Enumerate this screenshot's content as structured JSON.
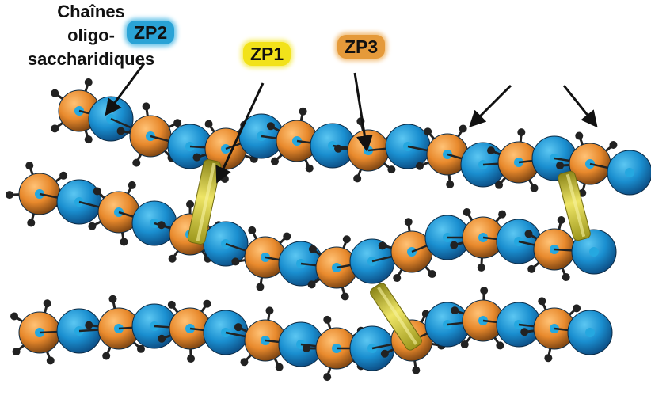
{
  "labels": {
    "zp2": "ZP2",
    "zp1": "ZP1",
    "zp3": "ZP3",
    "chains": [
      "Chaînes",
      "oligo-",
      "saccharidiques"
    ]
  },
  "colors": {
    "zp2": "#1a8fd0",
    "zp3": "#e8892c",
    "zp1": "#d8cf2a",
    "core": "#25a8e0",
    "stalk": "#222222"
  }
}
